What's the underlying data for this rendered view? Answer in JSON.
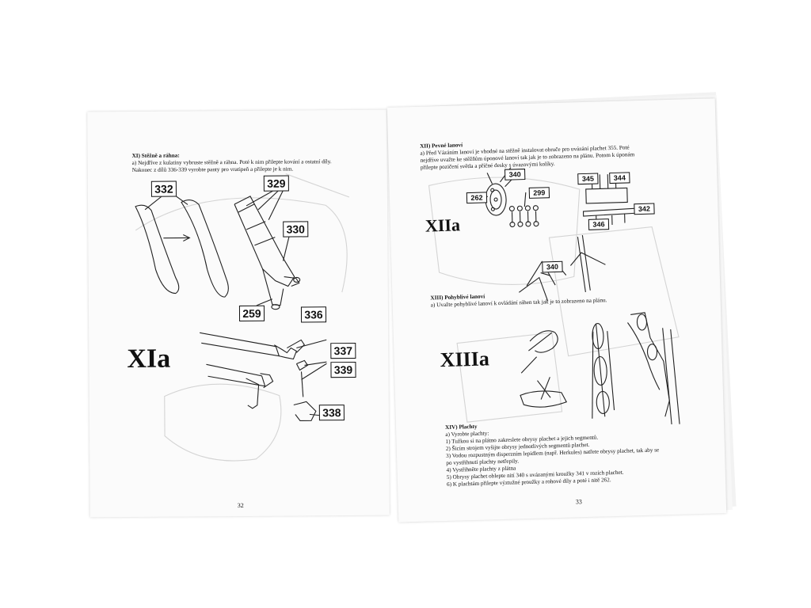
{
  "left_page": {
    "heading": "XI) Stěžně a ráhna:",
    "lines": [
      "a) Nejdříve z kulatiny vybruste stěžně a ráhna. Poté k nim přilepte kování a ostatní díly.",
      "Nakonec z dílů 336-339 vyrobte panty pro vratipeň a přilepte je k nim."
    ],
    "section_label": "XIa",
    "part_labels": [
      "332",
      "329",
      "330",
      "259",
      "336",
      "337",
      "339",
      "338"
    ],
    "page_number": "32"
  },
  "right_page": {
    "section_xii": {
      "heading": "XII) Pevné lanoví",
      "lines": [
        "a) Před Vázáním lanoví je vhodné na stěžně instalovat obruče pro uvázání plachet 355. Poté",
        "nejdříve uvažte ke stěžňům úponové lanoví tak jak je to zobrazeno na plánu. Potom k úponám",
        "přilepte pozičení světla a příčné desky s úvazovými kolíky."
      ],
      "section_label": "XIIa",
      "part_labels": [
        "340",
        "262",
        "299",
        "345",
        "344",
        "342",
        "346",
        "340"
      ]
    },
    "section_xiii": {
      "heading": "XIII) Pohyblivé lanoví",
      "lines": [
        "a) Uvažte pohyblivé lanoví k ovládání ráhen tak jak je to zobrazeno na plánu."
      ],
      "section_label": "XIIIa"
    },
    "section_xiv": {
      "heading": "XIV) Plachty",
      "lines": [
        "a) Vyrobte plachty:",
        "1) Tužkou si na plátno zakreslete obrysy plachet a jejich segmentů.",
        "2) Šicím strojem vyšijte obrysy jednotlivých segmentů plachet.",
        "3) Vodou rozpustným disperzním lepidlem (např. Herkules) natřete obrysy plachet, tak aby se",
        "po vystřihnutí plachty netřepily.",
        "4) Vystřihněte plachty z plátna",
        "5) Obrysy plachet oblepte nití 340 s uvázanými kroužky 341 v rozích plachet.",
        "6) K plachtám přilepte výztužné proužky a rohové díly a poté i nitě 262."
      ]
    },
    "page_number": "33"
  }
}
